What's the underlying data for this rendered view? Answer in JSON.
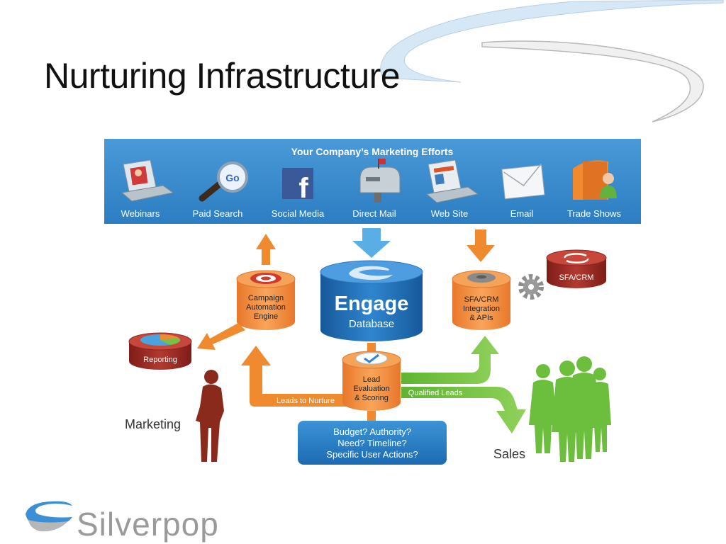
{
  "slide": {
    "title": "Nurturing Infrastructure"
  },
  "banner": {
    "title": "Your Company’s Marketing Efforts",
    "channels": [
      {
        "label": "Webinars",
        "icon": "laptop-webinar-icon"
      },
      {
        "label": "Paid Search",
        "icon": "magnifier-search-icon"
      },
      {
        "label": "Social Media",
        "icon": "facebook-icon"
      },
      {
        "label": "Direct Mail",
        "icon": "mailbox-icon"
      },
      {
        "label": "Web Site",
        "icon": "laptop-website-icon"
      },
      {
        "label": "Email",
        "icon": "envelope-icon"
      },
      {
        "label": "Trade Shows",
        "icon": "trade-show-booth-icon"
      }
    ]
  },
  "nodes": {
    "campaign_line1": "Campaign",
    "campaign_line2": "Automation",
    "campaign_line3": "Engine",
    "engage_title": "Engage",
    "engage_subtitle": "Database",
    "sfa_integration_line1": "SFA/CRM",
    "sfa_integration_line2": "Integration",
    "sfa_integration_line3": "& APIs",
    "sfa_crm": "SFA/CRM",
    "reporting": "Reporting",
    "lead_line1": "Lead",
    "lead_line2": "Evaluation",
    "lead_line3": "& Scoring"
  },
  "flows": {
    "leads_to_nurture": "Leads to Nurture",
    "qualified_leads": "Qualified Leads"
  },
  "criteria": {
    "line1": "Budget? Authority?",
    "line2": "Need? Timeline?",
    "line3": "Specific User Actions?"
  },
  "people": {
    "marketing": "Marketing",
    "sales": "Sales"
  },
  "logo": {
    "word": "Silverpop"
  },
  "colors": {
    "banner_blue": "#2f86cc",
    "orange": "#f08a2e",
    "green": "#6cbf3c",
    "database_blue": "#1e6fb5",
    "dark_red": "#9b2a22"
  }
}
